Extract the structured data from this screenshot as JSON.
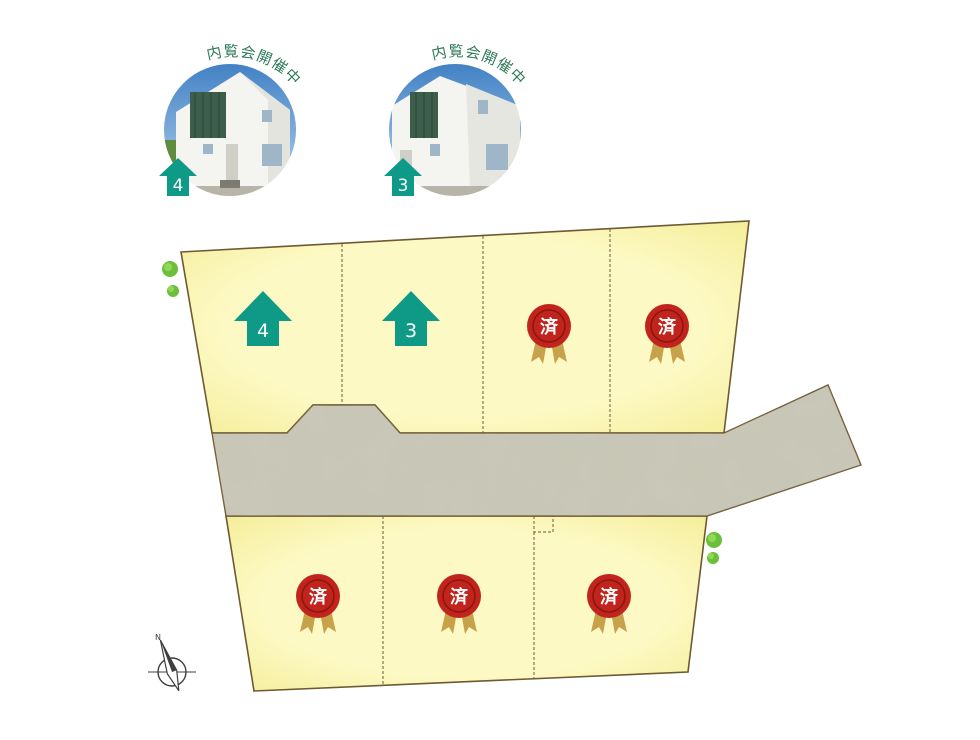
{
  "badges": [
    {
      "lot": "4",
      "caption": "内覧会開催中"
    },
    {
      "lot": "3",
      "caption": "内覧会開催中"
    }
  ],
  "lots": [
    {
      "status": "open_house",
      "label": "4"
    },
    {
      "status": "open_house",
      "label": "3"
    },
    {
      "status": "sold",
      "label": "済"
    },
    {
      "status": "sold",
      "label": "済"
    },
    {
      "status": "sold",
      "label": "済"
    },
    {
      "status": "sold",
      "label": "済"
    },
    {
      "status": "sold",
      "label": "済"
    }
  ],
  "compass": {
    "label": "N"
  },
  "colors": {
    "lot_fill": "#fbf6b4",
    "lot_border": "#6e5a32",
    "road": "#c7c5b4",
    "teal": "#0e9a87",
    "seal_red": "#c0241d",
    "ribbon_gold": "#c7a24a",
    "caption_green": "#2e7a58"
  }
}
